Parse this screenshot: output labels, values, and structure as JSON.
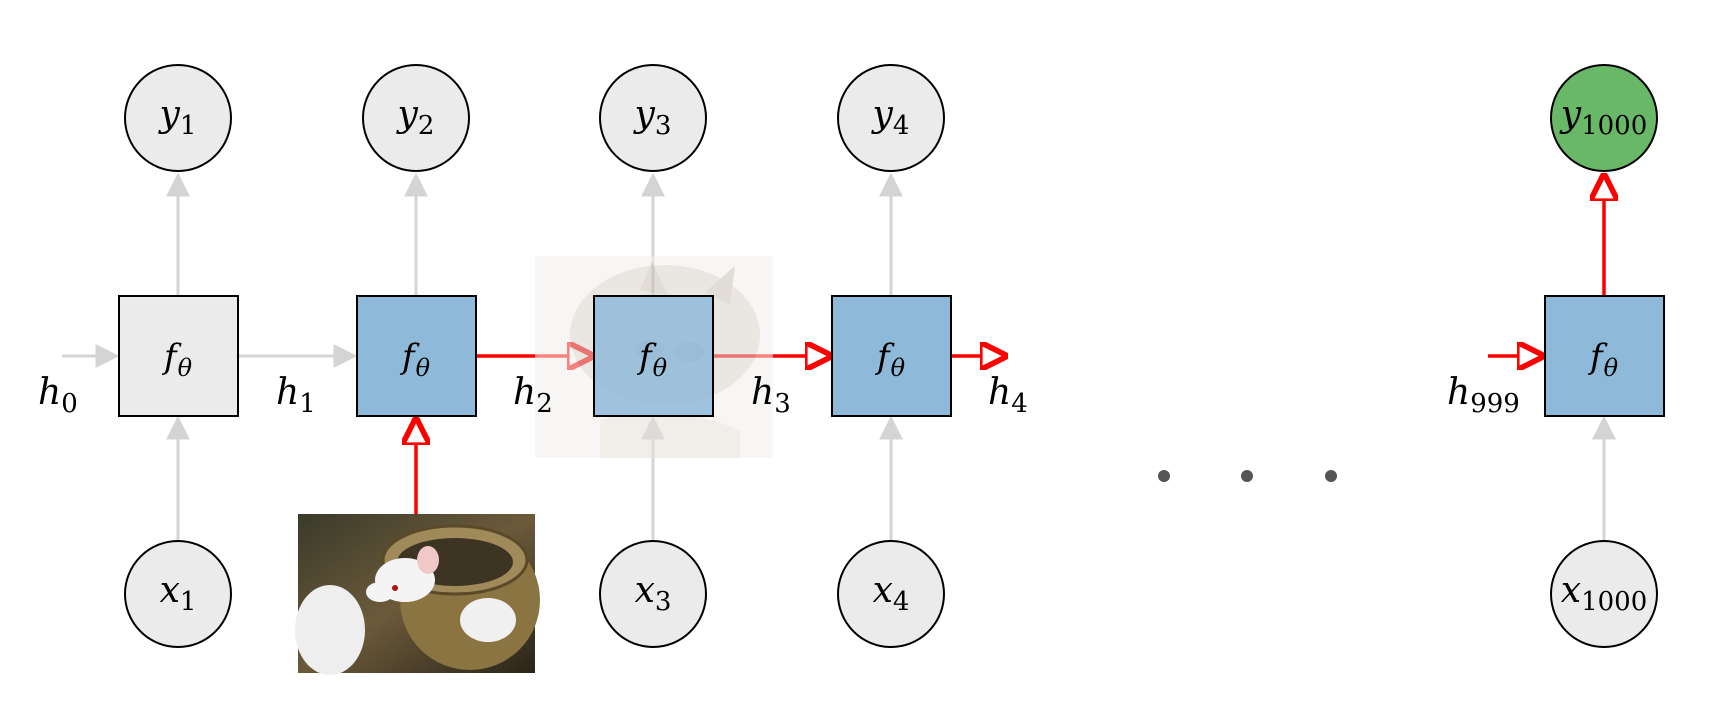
{
  "colors": {
    "node_fill": "#ebebeb",
    "active_box_fill": "#8fb9d9",
    "output_active_fill": "#69b868",
    "gray_edge": "#d4d4d4",
    "red_edge": "#ff0000",
    "dots": "#555555"
  },
  "diagram": {
    "cell_label": {
      "main": "f",
      "sub": "θ"
    },
    "hidden": [
      {
        "main": "h",
        "sub": "0"
      },
      {
        "main": "h",
        "sub": "1"
      },
      {
        "main": "h",
        "sub": "2"
      },
      {
        "main": "h",
        "sub": "3"
      },
      {
        "main": "h",
        "sub": "4"
      },
      {
        "main": "h",
        "sub": "999"
      }
    ],
    "outputs": [
      {
        "main": "y",
        "sub": "1"
      },
      {
        "main": "y",
        "sub": "2"
      },
      {
        "main": "y",
        "sub": "3"
      },
      {
        "main": "y",
        "sub": "4"
      },
      {
        "main": "y",
        "sub": "1000"
      }
    ],
    "inputs": [
      {
        "main": "x",
        "sub": "1"
      },
      {
        "main": "x",
        "sub": "3"
      },
      {
        "main": "x",
        "sub": "4"
      },
      {
        "main": "x",
        "sub": "1000"
      }
    ],
    "input_images": [
      "mouse-photo"
    ],
    "overlay_images": [
      "cat-photo"
    ]
  }
}
